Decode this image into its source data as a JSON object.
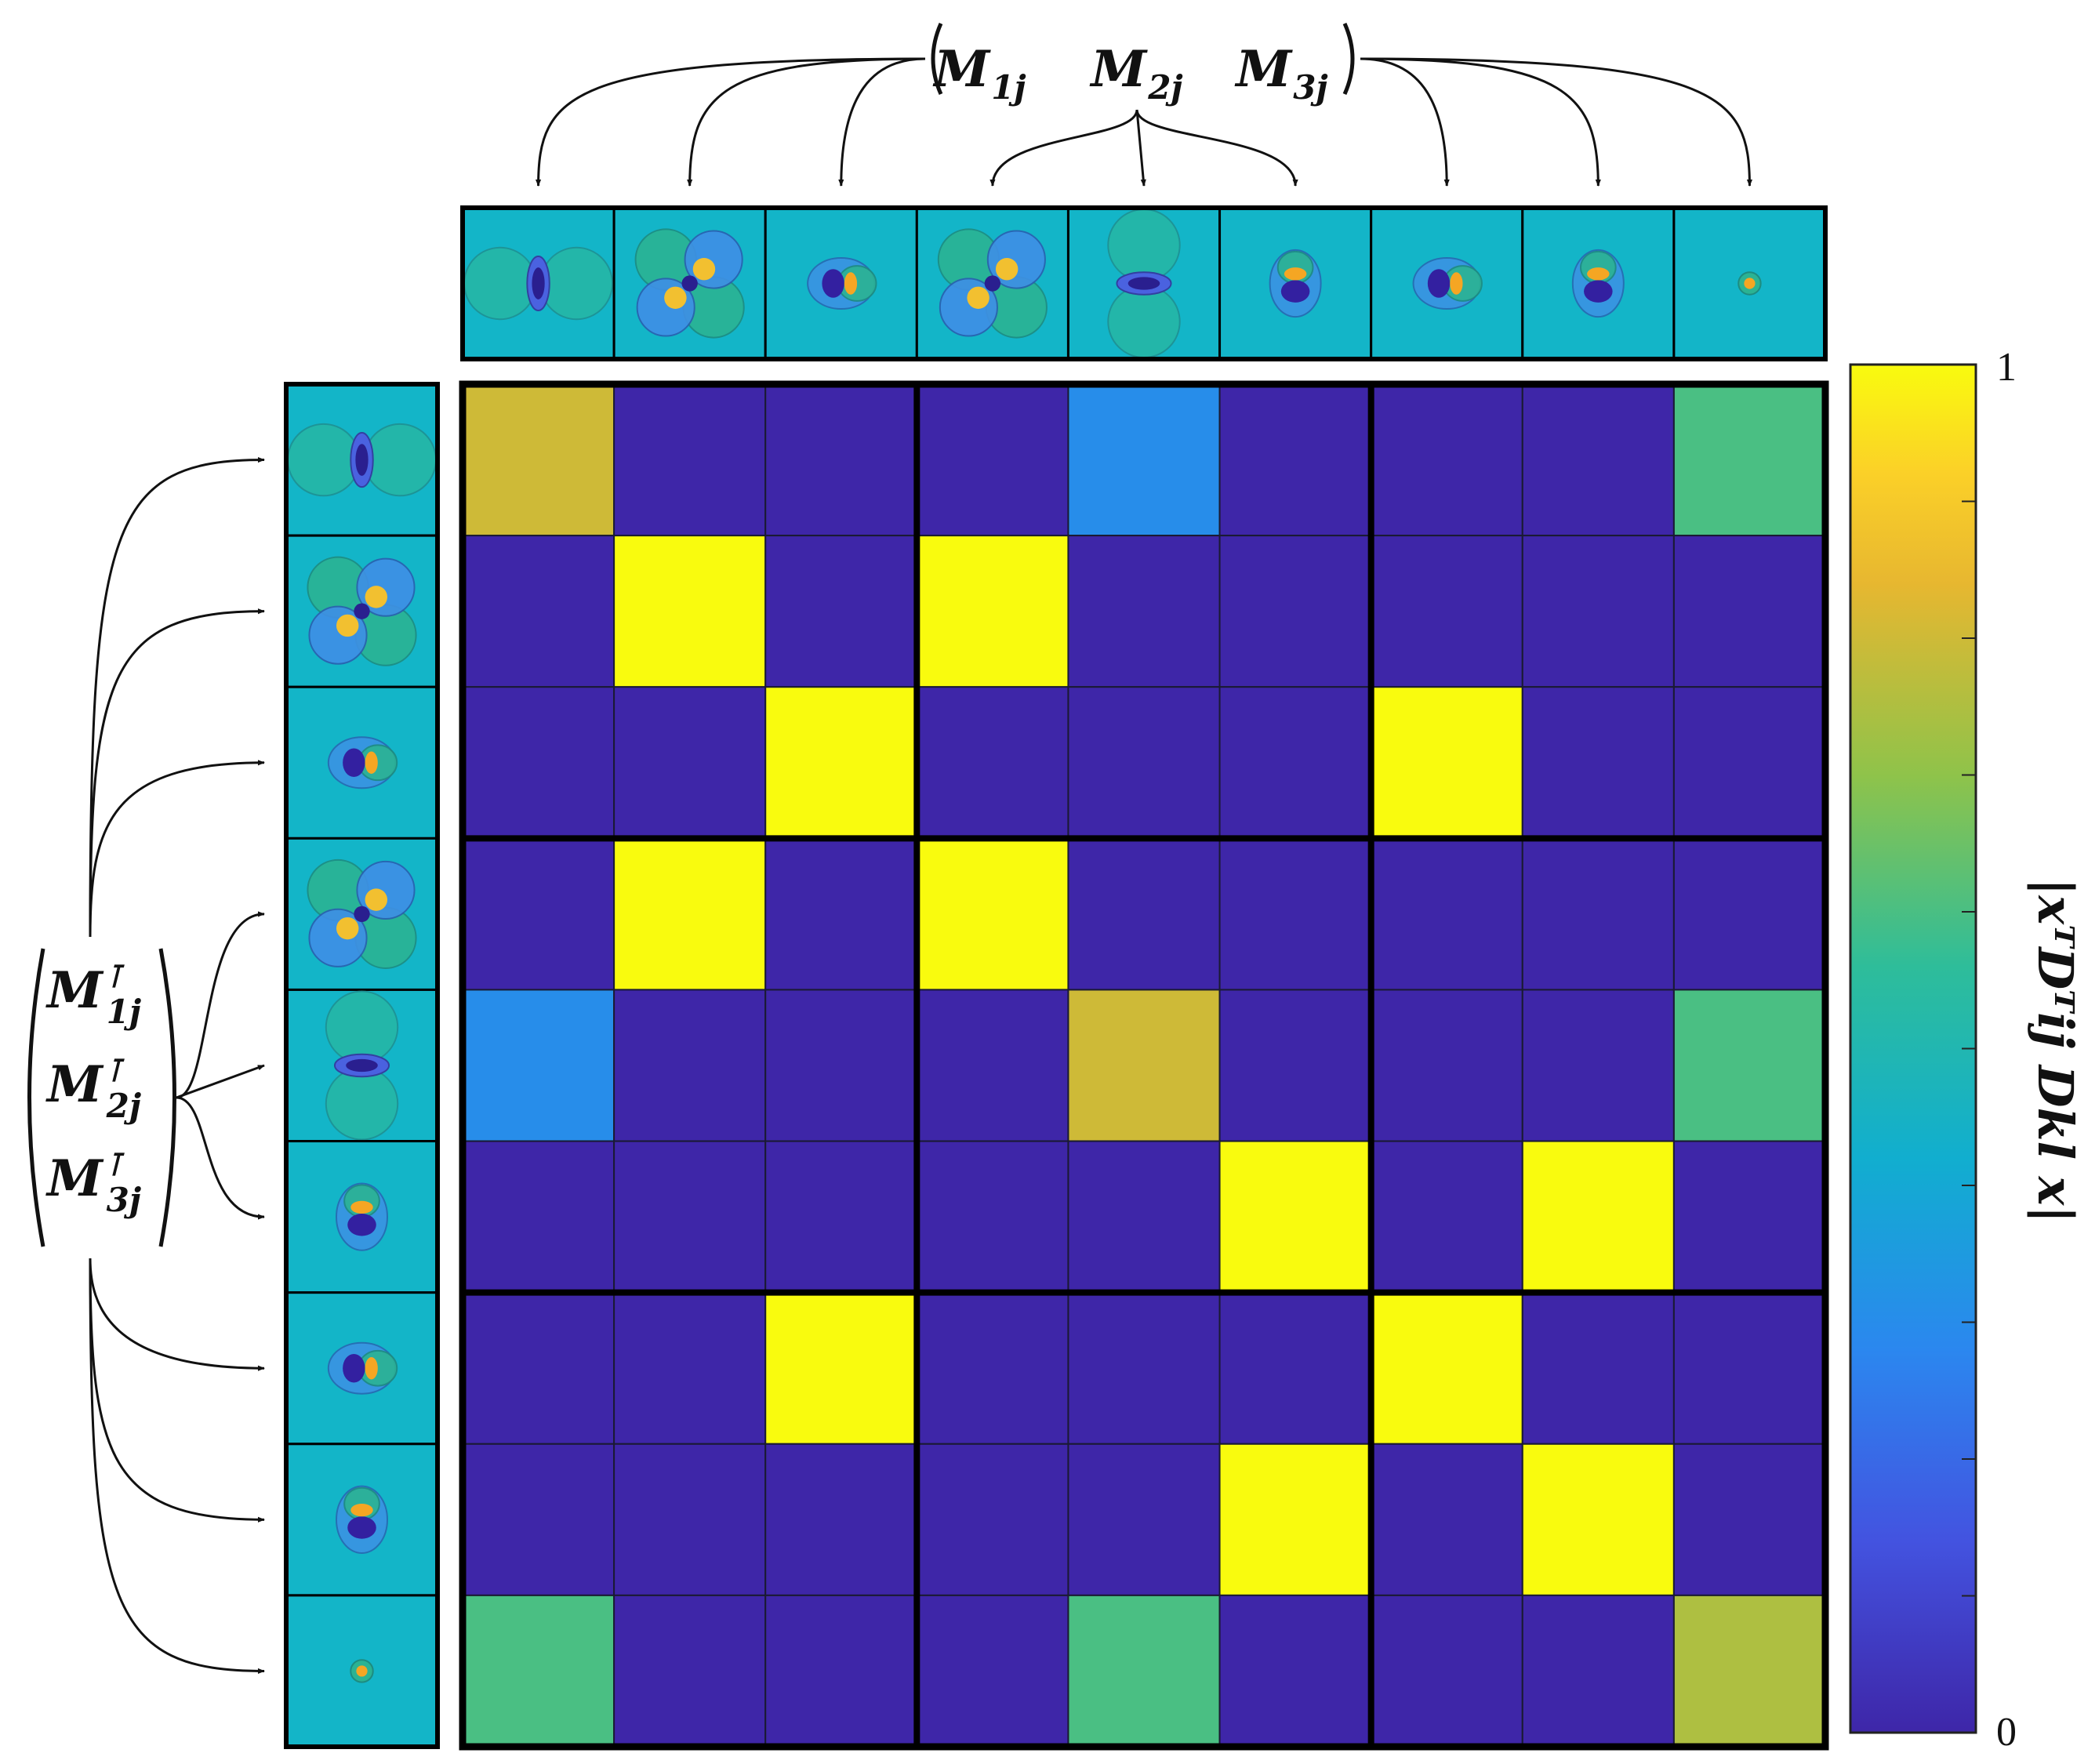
{
  "chart_data": {
    "type": "heatmap",
    "title": "",
    "rows": 9,
    "cols": 9,
    "values": [
      [
        0.8,
        0,
        0,
        0,
        0.3,
        0,
        0,
        0,
        0.6
      ],
      [
        0,
        1,
        0,
        1,
        0,
        0,
        0,
        0,
        0
      ],
      [
        0,
        0,
        1,
        0,
        0,
        0,
        1,
        0,
        0
      ],
      [
        0,
        1,
        0,
        1,
        0,
        0,
        0,
        0,
        0
      ],
      [
        0.3,
        0,
        0,
        0,
        0.8,
        0,
        0,
        0,
        0.6
      ],
      [
        0,
        0,
        0,
        0,
        0,
        1,
        0,
        1,
        0
      ],
      [
        0,
        0,
        1,
        0,
        0,
        0,
        1,
        0,
        0
      ],
      [
        0,
        0,
        0,
        0,
        0,
        1,
        0,
        1,
        0
      ],
      [
        0.6,
        0,
        0,
        0,
        0.6,
        0,
        0,
        0,
        0.75
      ]
    ],
    "block_size": 3,
    "colorbar": {
      "colormap": "parula",
      "min": 0,
      "max": 1,
      "min_label": "0",
      "max_label": "1",
      "label": "|xᵀDᵀij Dkl x|"
    },
    "top_labels": [
      {
        "main": "M",
        "sub": "1j"
      },
      {
        "main": "M",
        "sub": "2j"
      },
      {
        "main": "M",
        "sub": "3j"
      }
    ],
    "left_labels": [
      {
        "main": "M",
        "sup": "⊺",
        "sub": "1j"
      },
      {
        "main": "M",
        "sup": "⊺",
        "sub": "2j"
      },
      {
        "main": "M",
        "sup": "⊺",
        "sub": "3j"
      }
    ],
    "basis_icons": [
      "dipole-x",
      "quadrupole-xy",
      "dipole-x-small",
      "quadrupole-xy",
      "dipole-y",
      "dipole-y-small",
      "dipole-x-small",
      "dipole-y-small",
      "monopole"
    ]
  }
}
